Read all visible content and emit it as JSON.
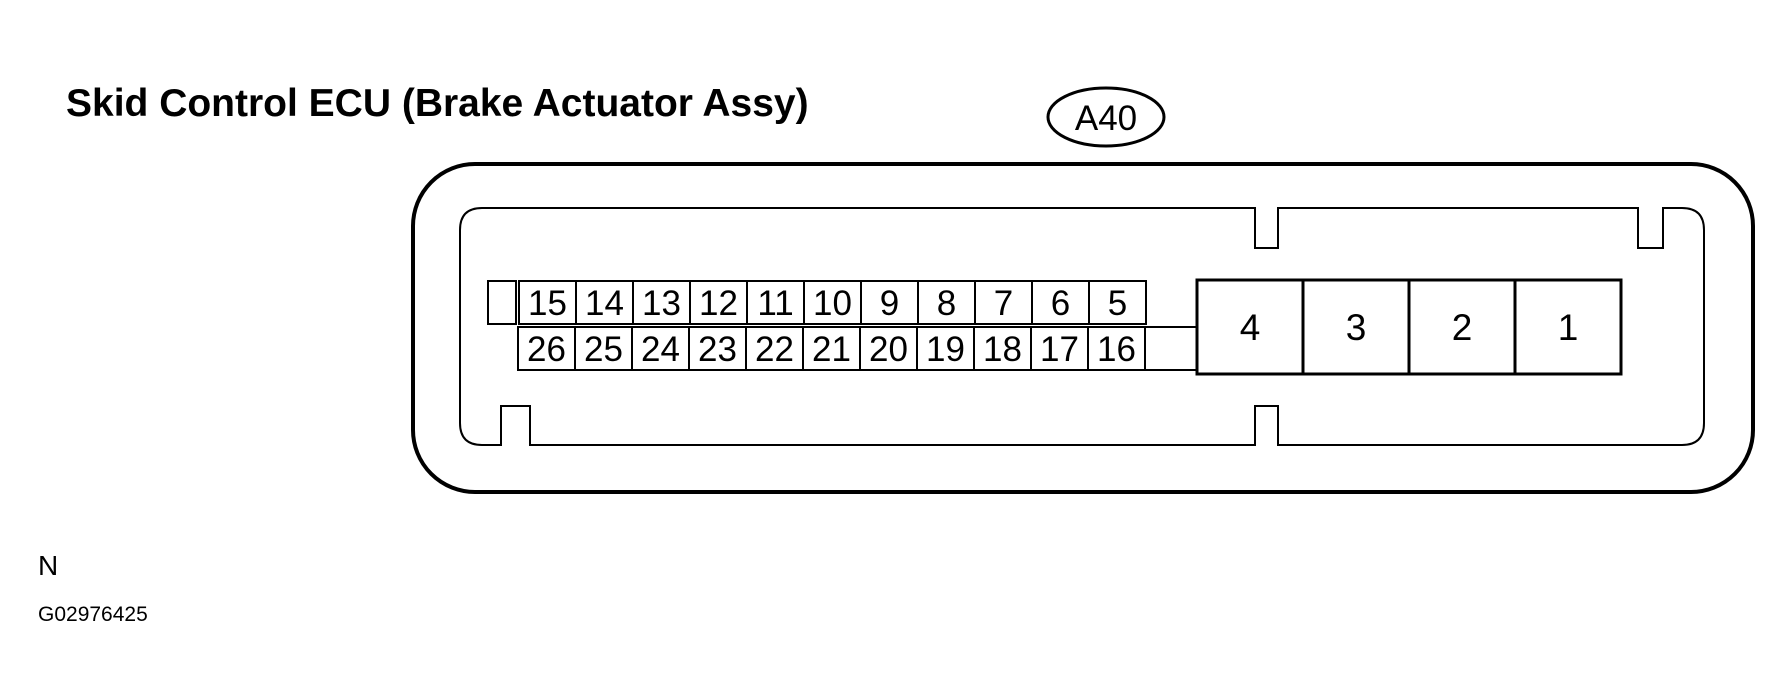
{
  "title": "Skid Control ECU (Brake Actuator Assy)",
  "connector_code": "A40",
  "footer": {
    "letter": "N",
    "figure_id": "G02976425"
  },
  "pins": {
    "top_row": [
      "15",
      "14",
      "13",
      "12",
      "11",
      "10",
      "9",
      "8",
      "7",
      "6",
      "5"
    ],
    "bottom_row": [
      "26",
      "25",
      "24",
      "23",
      "22",
      "21",
      "20",
      "19",
      "18",
      "17",
      "16"
    ],
    "large": [
      "4",
      "3",
      "2",
      "1"
    ]
  }
}
